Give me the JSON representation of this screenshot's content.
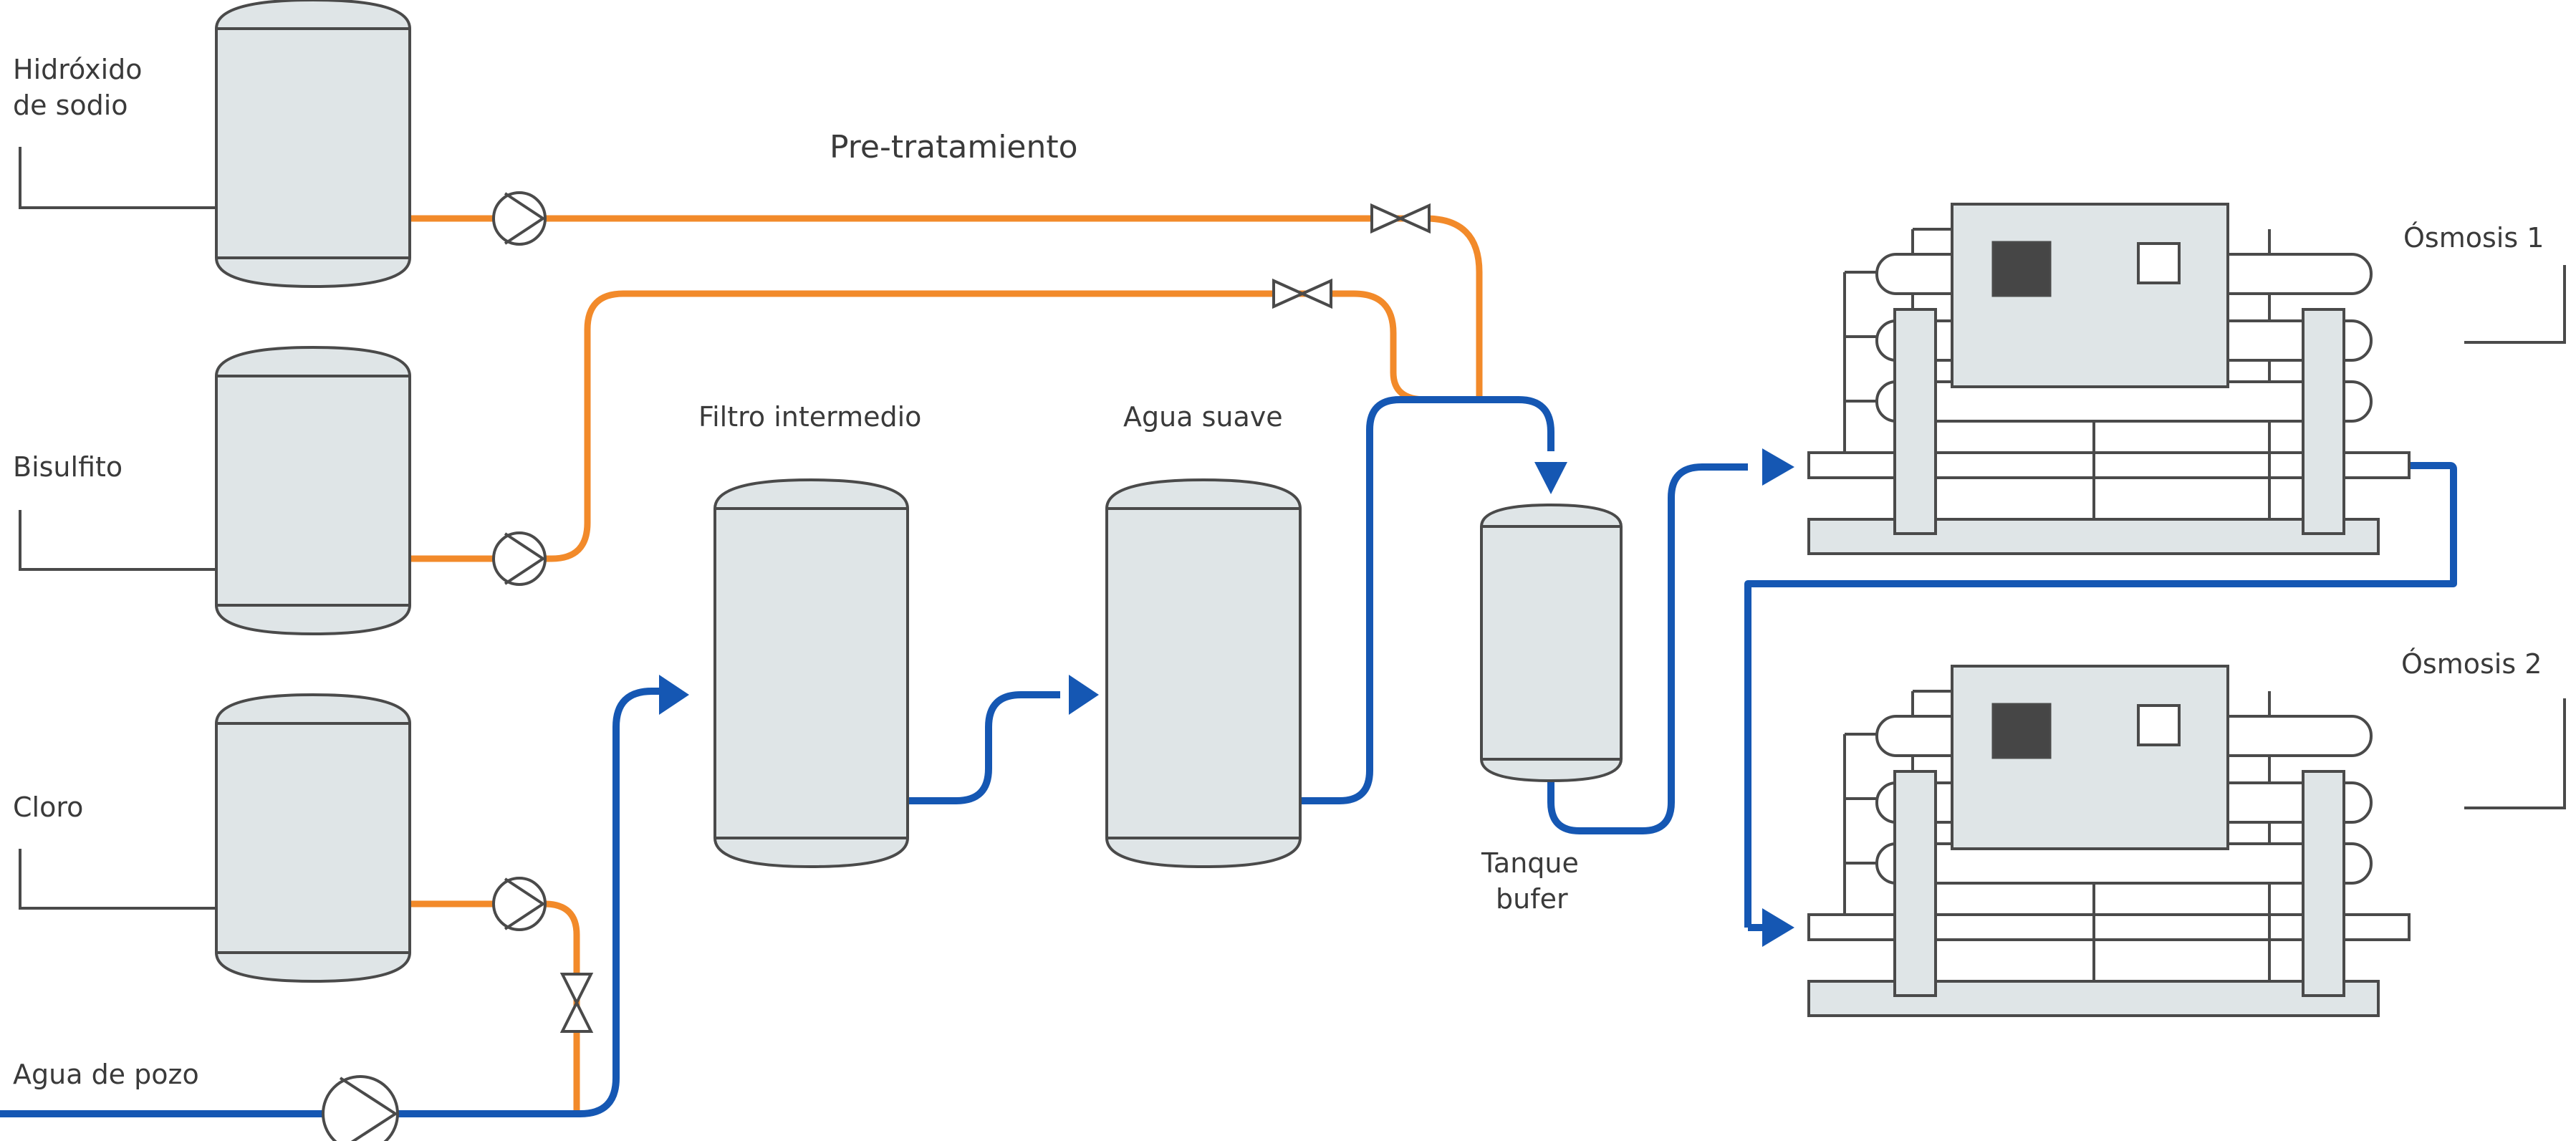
{
  "labels": {
    "hidroxido_line1": "Hidróxido",
    "hidroxido_line2": "de sodio",
    "bisulfito": "Bisulfito",
    "cloro": "Cloro",
    "agua_de_pozo": "Agua de pozo",
    "pretratamiento": "Pre-tratamiento",
    "filtro_intermedio": "Filtro intermedio",
    "agua_suave": "Agua suave",
    "tanque_line1": "Tanque",
    "tanque_line2": "bufer",
    "osmosis1": "Ósmosis 1",
    "osmosis2": "Ósmosis 2"
  },
  "colors": {
    "chemical_line": "#f28a2a",
    "water_line": "#1557b3",
    "tank_fill": "#dfe5e7",
    "outline": "#4a4a4a",
    "panel_dark": "#464646"
  },
  "icons": [
    "pump-icon",
    "valve-icon",
    "flow-arrow-icon"
  ]
}
